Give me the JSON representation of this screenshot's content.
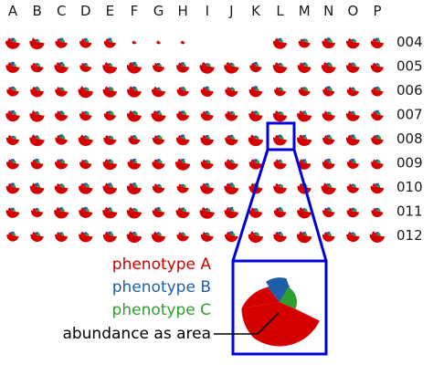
{
  "columns": [
    "A",
    "B",
    "C",
    "D",
    "E",
    "F",
    "G",
    "H",
    "I",
    "J",
    "K",
    "L",
    "M",
    "N",
    "O",
    "P"
  ],
  "rows": [
    "004",
    "005",
    "006",
    "007",
    "008",
    "009",
    "010",
    "011",
    "012"
  ],
  "legend": {
    "phenotype_a": "phenotype A",
    "phenotype_b": "phenotype B",
    "phenotype_c": "phenotype C",
    "abundance": "abundance as area"
  },
  "colors": {
    "phenotype_a": "#d40000",
    "phenotype_b": "#1f5fa8",
    "phenotype_c": "#2e9e2e",
    "highlight": "#0000dd",
    "text": "#000000"
  },
  "highlighted_well": {
    "column": "L",
    "row": "008"
  },
  "sparse_wells": [
    "F004",
    "G004",
    "H004"
  ],
  "empty_wells": [
    "I004",
    "J004",
    "K004"
  ]
}
